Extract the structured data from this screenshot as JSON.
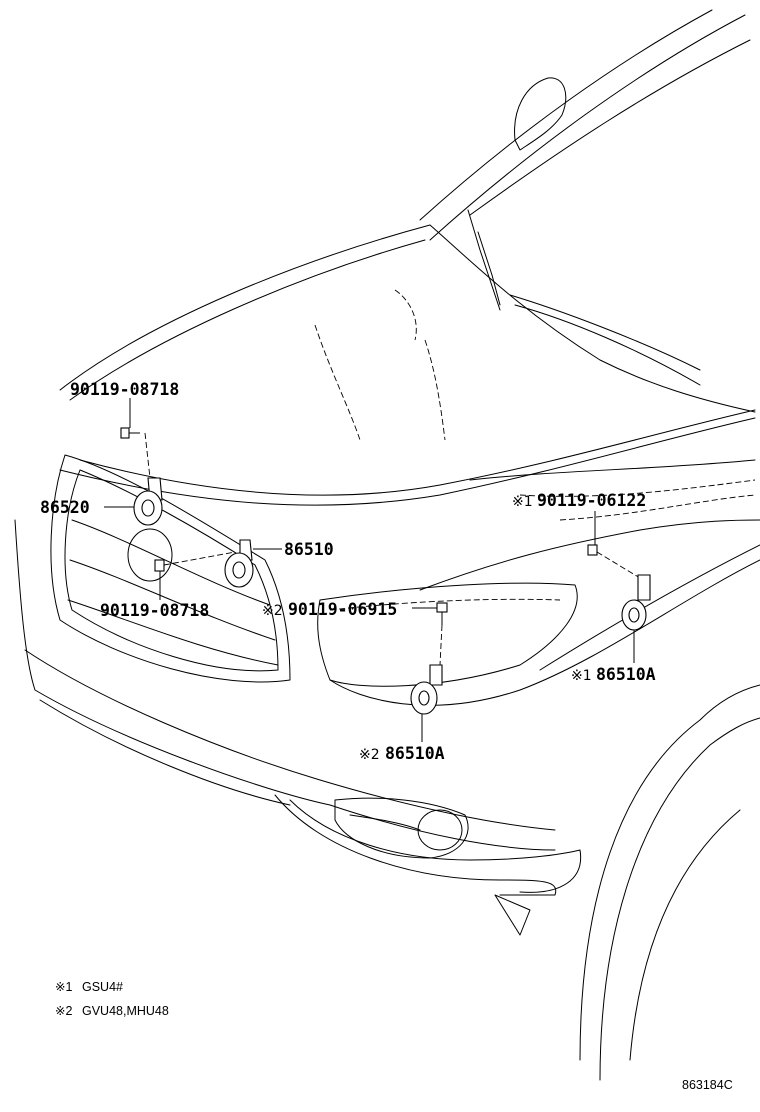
{
  "diagram": {
    "callouts": {
      "bolt_upper_left": "90119-08718",
      "horn_low_left": "86520",
      "horn_high_left": "86510",
      "bolt_lower_left": "90119-08718",
      "bolt_center": "90119-06915",
      "bolt_center_mark": "※2",
      "horn_center": "86510A",
      "horn_center_mark": "※2",
      "bolt_right": "90119-06122",
      "bolt_right_mark": "※1",
      "horn_right": "86510A",
      "horn_right_mark": "※1"
    },
    "notes": [
      {
        "mark": "※1",
        "text": "GSU4#"
      },
      {
        "mark": "※2",
        "text": "GVU48,MHU48"
      }
    ],
    "figure_code": "863184C"
  }
}
